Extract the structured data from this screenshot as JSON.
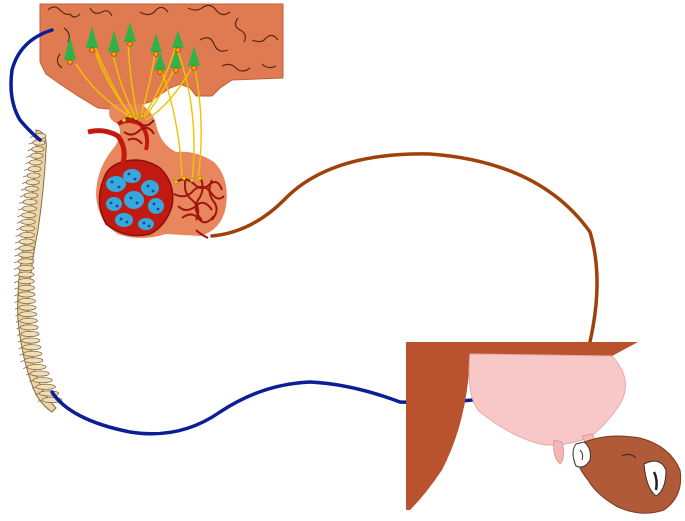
{
  "diagram": {
    "labels": [],
    "colors": {
      "hypothalamus": "#e07a50",
      "hypothalamus_dark": "#c0603a",
      "pituitary": "#e8875e",
      "vessel_red": "#c21a10",
      "vessel_dark": "#8a1010",
      "cell_blue": "#35a8dc",
      "cell_dots": "#2040a0",
      "neuron_green": "#2fb24a",
      "axon_yellow": "#f2c200",
      "hormone_path_brown": "#a0400a",
      "nerve_blue": "#0a1e96",
      "spine_bone": "#e8d4a8",
      "spine_outline": "#8a6a40",
      "udder_body": "#b8532e",
      "udder_pink": "#f8c8c8",
      "calf_head": "#b05a38"
    },
    "parts": [
      "hypothalamus",
      "neurosecretory-neurons",
      "pituitary-gland",
      "oxytocin-bloodstream-path",
      "spinal-cord",
      "afferent-nerve-path",
      "udder",
      "suckling-calf"
    ]
  }
}
